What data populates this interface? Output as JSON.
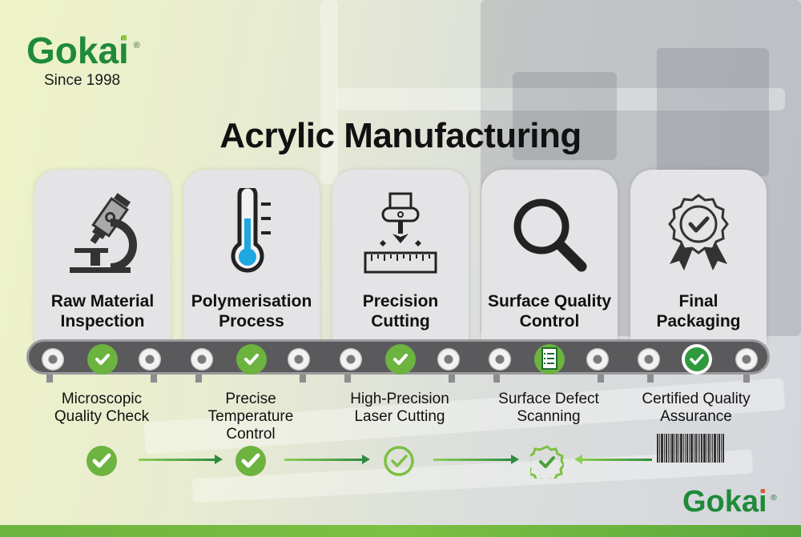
{
  "brand": {
    "name": "Gokai",
    "registered_mark": "®",
    "tagline": "Since 1998",
    "color_primary": "#1f8a3a",
    "color_accent": "#6cb33f"
  },
  "title": "Acrylic Manufacturing",
  "steps": [
    {
      "icon": "microscope-icon",
      "label_line1": "Raw Material",
      "label_line2": "Inspection",
      "sub_line1": "Microscopic",
      "sub_line2": "Quality Check",
      "sub_line3": "",
      "status_icon": "check-circle-filled-icon"
    },
    {
      "icon": "thermometer-icon",
      "label_line1": "Polymerisation",
      "label_line2": "Process",
      "sub_line1": "Precise",
      "sub_line2": "Temperature",
      "sub_line3": "Control",
      "status_icon": "check-circle-filled-icon"
    },
    {
      "icon": "laser-cutter-icon",
      "label_line1": "Precision",
      "label_line2": "Cutting",
      "sub_line1": "High-Precision",
      "sub_line2": "Laser Cutting",
      "sub_line3": "",
      "status_icon": "check-circle-outline-icon"
    },
    {
      "icon": "magnifier-icon",
      "label_line1": "Surface Quality",
      "label_line2": "Control",
      "sub_line1": "Surface Defect",
      "sub_line2": "Scanning",
      "sub_line3": "",
      "status_icon": "check-badge-outline-icon"
    },
    {
      "icon": "award-badge-icon",
      "label_line1": "Final",
      "label_line2": "Packaging",
      "sub_line1": "Certified Quality",
      "sub_line2": "Assurance",
      "sub_line3": "",
      "status_icon": "barcode-icon"
    }
  ],
  "conveyor": {
    "markers": [
      "roller",
      "check",
      "roller",
      "roller",
      "check",
      "roller",
      "roller",
      "check",
      "roller",
      "roller",
      "checklist",
      "roller",
      "roller",
      "badge-check",
      "roller"
    ]
  }
}
